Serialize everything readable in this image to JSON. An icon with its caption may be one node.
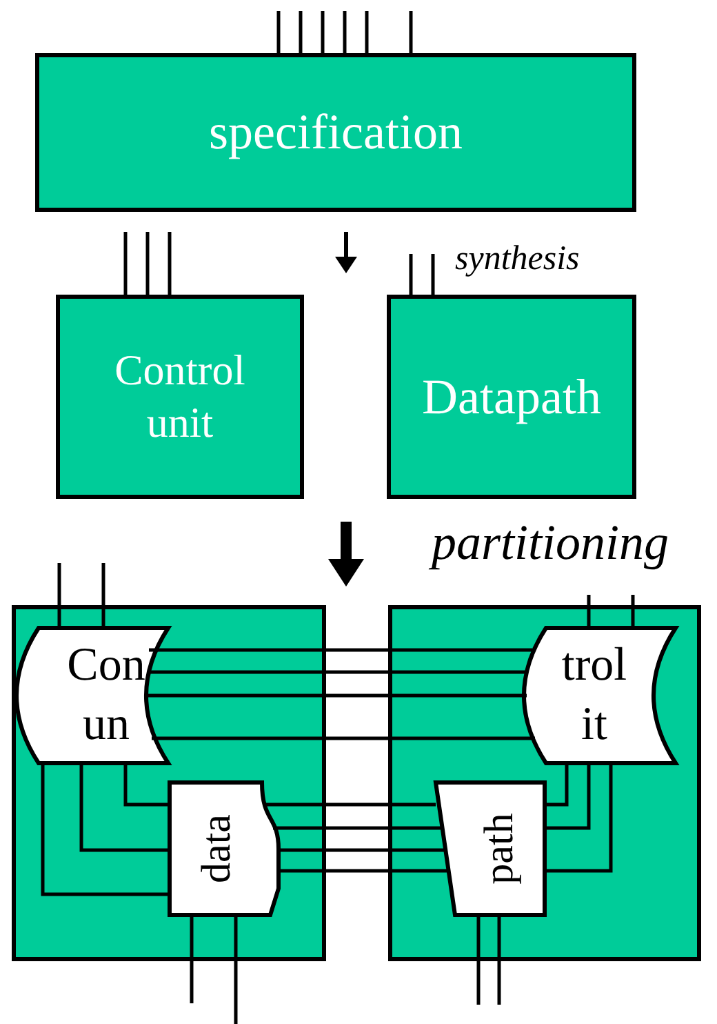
{
  "diagram": {
    "nodes": [
      {
        "text": [
          "specification"
        ]
      },
      {
        "text": [
          "Control unit"
        ]
      },
      {
        "text": [
          "Datapath"
        ]
      },
      {
        "text": [],
        "shape": "box"
      },
      {
        "text": [],
        "shape": "box"
      },
      {
        "text": [
          "Con un"
        ],
        "in": 3
      },
      {
        "text": [
          "data"
        ],
        "in": 3
      },
      {
        "text": [
          "trol it"
        ],
        "in": 4
      },
      {
        "text": [
          "path"
        ],
        "in": 4
      }
    ],
    "edges": [
      {
        "from": null,
        "to": 0,
        "arrow": "none"
      },
      {
        "from": null,
        "to": 0,
        "arrow": "none"
      },
      {
        "from": null,
        "to": 0,
        "arrow": "none"
      },
      {
        "from": null,
        "to": 0,
        "arrow": "none"
      },
      {
        "from": null,
        "to": 0,
        "arrow": "none"
      },
      {
        "from": null,
        "to": 0,
        "arrow": "none"
      },
      {
        "from": null,
        "to": 1,
        "arrow": "none"
      },
      {
        "from": null,
        "to": 1,
        "arrow": "none"
      },
      {
        "from": null,
        "to": 1,
        "arrow": "none"
      },
      {
        "from": null,
        "to": 2,
        "arrow": "none"
      },
      {
        "from": null,
        "to": 2,
        "arrow": "none"
      },
      {
        "from": null,
        "to": 5,
        "arrow": "none"
      },
      {
        "from": null,
        "to": 5,
        "arrow": "none"
      },
      {
        "from": null,
        "to": 7,
        "arrow": "none"
      },
      {
        "from": null,
        "to": 7,
        "arrow": "none"
      },
      {
        "from": 6,
        "to": null,
        "arrow": "none"
      },
      {
        "from": 6,
        "to": null,
        "arrow": "none"
      },
      {
        "from": 8,
        "to": null,
        "arrow": "none"
      },
      {
        "from": 8,
        "to": null,
        "arrow": "none"
      },
      {
        "from": 5,
        "to": 7,
        "arrow": "none"
      },
      {
        "from": 5,
        "to": 7,
        "arrow": "none"
      },
      {
        "from": 5,
        "to": 7,
        "arrow": "none"
      },
      {
        "from": 5,
        "to": 7,
        "arrow": "none"
      },
      {
        "from": 6,
        "to": 8,
        "arrow": "none"
      },
      {
        "from": 6,
        "to": 8,
        "arrow": "none"
      },
      {
        "from": 6,
        "to": 8,
        "arrow": "none"
      },
      {
        "from": 6,
        "to": 8,
        "arrow": "none"
      },
      {
        "from": 5,
        "to": 6,
        "arrow": "none"
      },
      {
        "from": 5,
        "to": 6,
        "arrow": "none"
      },
      {
        "from": 5,
        "to": 6,
        "arrow": "none"
      },
      {
        "from": 7,
        "to": 8,
        "arrow": "none"
      },
      {
        "from": 7,
        "to": 8,
        "arrow": "none"
      },
      {
        "from": 7,
        "to": 8,
        "arrow": "none"
      }
    ],
    "labels": [
      "synthesis",
      "partitioning"
    ]
  }
}
